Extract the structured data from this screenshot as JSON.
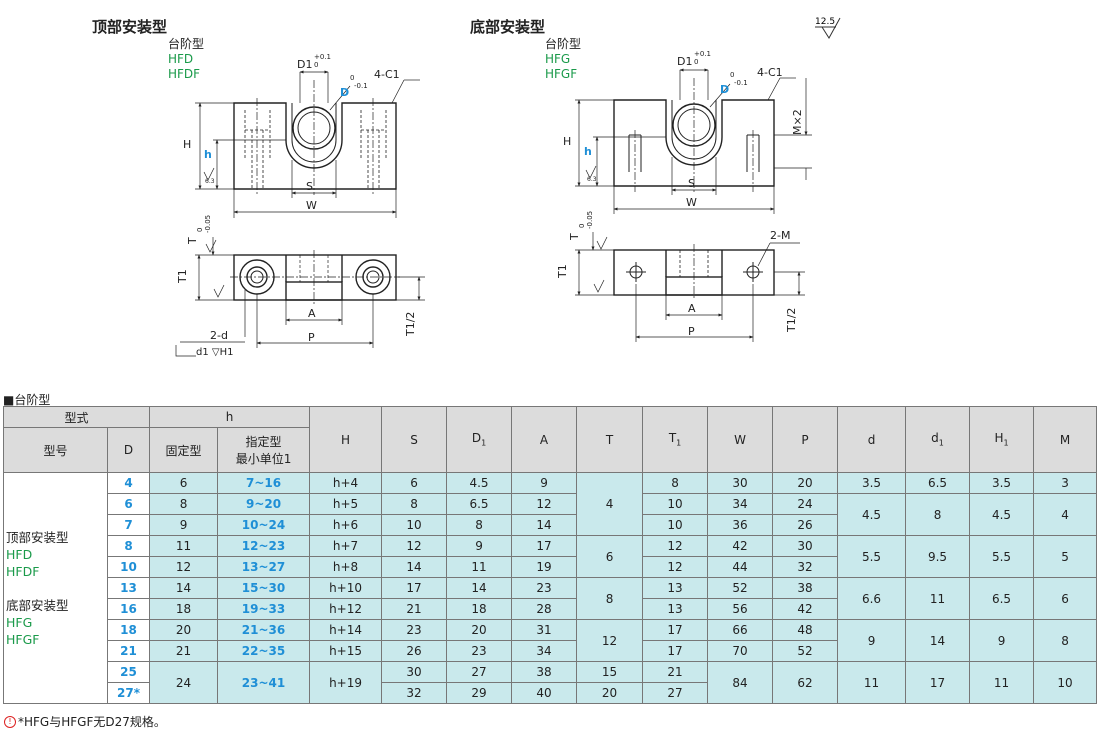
{
  "top_mount": {
    "title": "顶部安装型",
    "type_label": "台阶型",
    "codes": [
      "HFD",
      "HFDF"
    ],
    "dims": {
      "d1": "D1",
      "d1_tol": "+0.1",
      "d1_tol2": "0",
      "d_label": "D",
      "d_tol": "0",
      "d_tol2": "-0.1",
      "chamfer": "4-C1",
      "h_big": "H",
      "h_small": "h",
      "s": "S",
      "w": "W",
      "t": "T",
      "t_tol": "0",
      "t_tol2": "-0.05",
      "t1": "T1",
      "a": "A",
      "p": "P",
      "t1_half": "T1/2",
      "holes": "2-d",
      "counterbore": "d1 ▽H1",
      "surface": "6.3"
    }
  },
  "bottom_mount": {
    "title": "底部安装型",
    "type_label": "台阶型",
    "codes": [
      "HFG",
      "HFGF"
    ],
    "dims": {
      "d1": "D1",
      "d1_tol": "+0.1",
      "d1_tol2": "0",
      "d_label": "D",
      "d_tol": "0",
      "d_tol2": "-0.1",
      "chamfer": "4-C1",
      "mx2": "M×2",
      "h_big": "H",
      "h_small": "h",
      "s": "S",
      "w": "W",
      "t": "T",
      "t_tol": "0",
      "t_tol2": "-0.05",
      "t1": "T1",
      "a": "A",
      "p": "P",
      "t1_half": "T1/2",
      "taps": "2-M",
      "surface": "6.3"
    }
  },
  "roughness": "12.5",
  "table": {
    "section_label": "■台阶型",
    "headers": {
      "type": "型式",
      "model": "型号",
      "D": "D",
      "h": "h",
      "h_fixed": "固定型",
      "h_spec": "指定型",
      "h_spec2": "最小单位1",
      "H": "H",
      "S": "S",
      "D1": "D1",
      "A": "A",
      "T": "T",
      "T1": "T1",
      "W": "W",
      "P": "P",
      "d": "d",
      "d1": "d1",
      "H1": "H1",
      "M": "M"
    },
    "model_col": [
      "顶部安装型",
      "HFD",
      "HFDF",
      "",
      "底部安装型",
      "HFG",
      "HFGF"
    ],
    "rows": [
      {
        "D": "4",
        "hf": "6",
        "hs": "7~16",
        "H": "h+4",
        "S": "6",
        "D1": "4.5",
        "A": "9",
        "T1": "8",
        "P": "20"
      },
      {
        "D": "6",
        "hf": "8",
        "hs": "9~20",
        "H": "h+5",
        "S": "8",
        "D1": "6.5",
        "A": "12",
        "T1": "10",
        "P": "24"
      },
      {
        "D": "7",
        "hf": "9",
        "hs": "10~24",
        "H": "h+6",
        "S": "10",
        "D1": "8",
        "A": "14",
        "T1": "10",
        "P": "26"
      },
      {
        "D": "8",
        "hf": "11",
        "hs": "12~23",
        "H": "h+7",
        "S": "12",
        "D1": "9",
        "A": "17",
        "T1": "12",
        "P": "30"
      },
      {
        "D": "10",
        "hf": "12",
        "hs": "13~27",
        "H": "h+8",
        "S": "14",
        "D1": "11",
        "A": "19",
        "T1": "12",
        "P": "32"
      },
      {
        "D": "13",
        "hf": "14",
        "hs": "15~30",
        "H": "h+10",
        "S": "17",
        "D1": "14",
        "A": "23",
        "T1": "13",
        "P": "38"
      },
      {
        "D": "16",
        "hf": "18",
        "hs": "19~33",
        "H": "h+12",
        "S": "21",
        "D1": "18",
        "A": "28",
        "T1": "13",
        "P": "42"
      },
      {
        "D": "18",
        "hf": "20",
        "hs": "21~36",
        "H": "h+14",
        "S": "23",
        "D1": "20",
        "A": "31",
        "T1": "17",
        "P": "48"
      },
      {
        "D": "21",
        "hf": "21",
        "hs": "22~35",
        "H": "h+15",
        "S": "26",
        "D1": "23",
        "A": "34",
        "T1": "17",
        "P": "52"
      },
      {
        "D": "25",
        "S": "30",
        "D1": "27",
        "A": "38",
        "T": "15",
        "T1": "21"
      },
      {
        "D": "27*",
        "S": "32",
        "D1": "29",
        "A": "40",
        "T": "20",
        "T1": "27"
      }
    ],
    "merged": {
      "T": [
        "4",
        "6",
        "8",
        "12"
      ],
      "W": [
        "30",
        "34",
        "36",
        "42",
        "44",
        "52",
        "56",
        "66",
        "70",
        "84"
      ],
      "d": [
        "3.5",
        "4.5",
        "5.5",
        "6.6",
        "9",
        "11"
      ],
      "dd": [
        "6.5",
        "8",
        "9.5",
        "11",
        "14",
        "17"
      ],
      "H1": [
        "3.5",
        "4.5",
        "5.5",
        "6.5",
        "9",
        "11"
      ],
      "M": [
        "3",
        "4",
        "5",
        "6",
        "8",
        "10"
      ],
      "last_hf": "24",
      "last_hs": "23~41",
      "last_H": "h+19",
      "last_P": "62"
    },
    "note": "*HFG与HFGF无D27规格。"
  }
}
